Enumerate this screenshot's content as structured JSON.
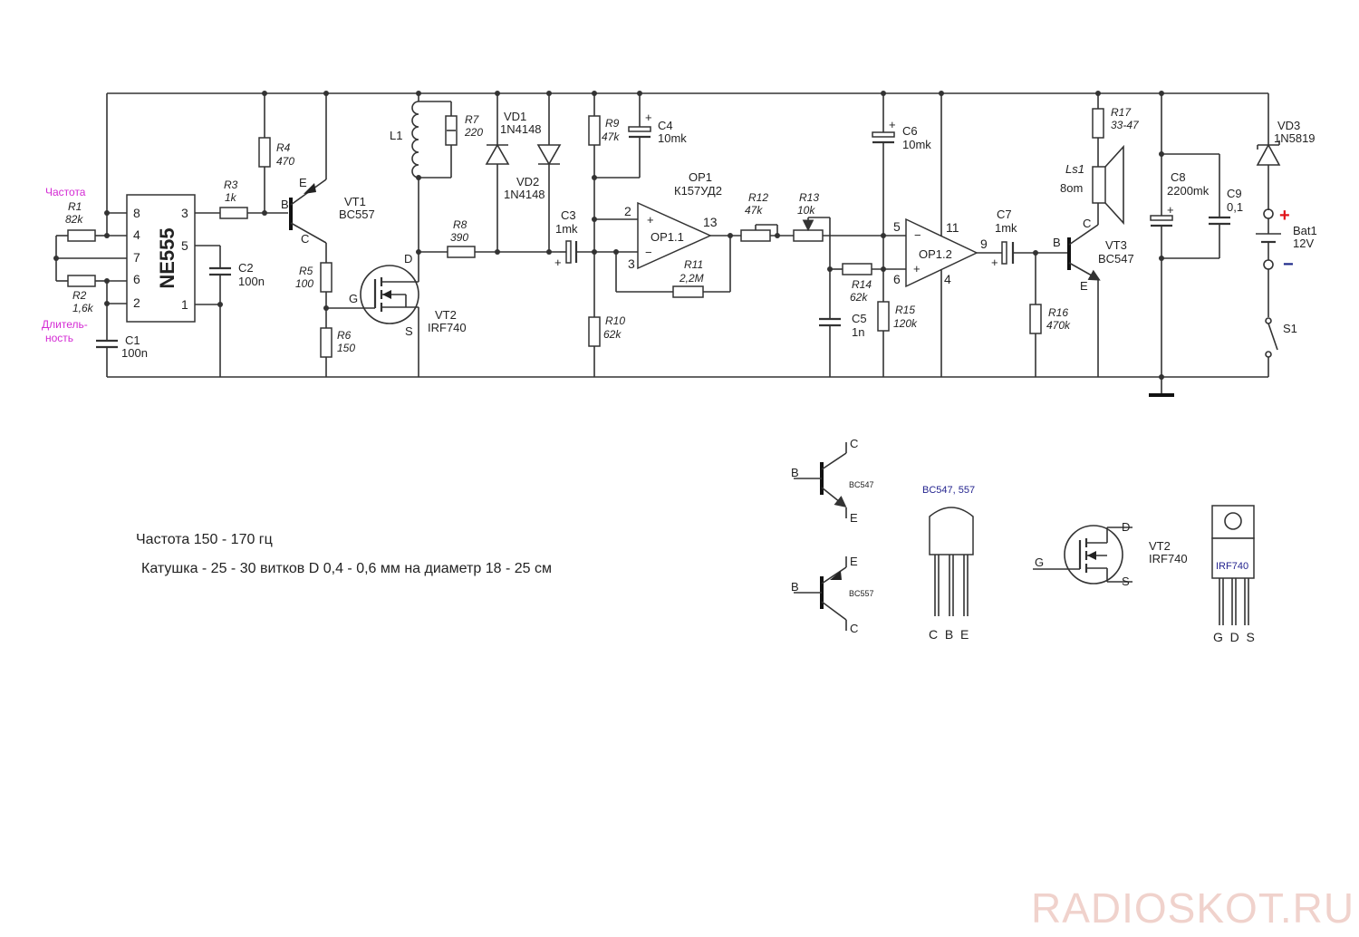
{
  "timer": {
    "name": "NE555",
    "pins": [
      "8",
      "4",
      "7",
      "6",
      "2",
      "3",
      "5",
      "1"
    ]
  },
  "labels": {
    "freq": "Частота",
    "duration_1": "Длитель-",
    "duration_2": "ность"
  },
  "components": {
    "R1": {
      "ref": "R1",
      "val": "82k"
    },
    "R2": {
      "ref": "R2",
      "val": "1,6k"
    },
    "R3": {
      "ref": "R3",
      "val": "1k"
    },
    "R4": {
      "ref": "R4",
      "val": "470"
    },
    "R5": {
      "ref": "R5",
      "val": "100"
    },
    "R6": {
      "ref": "R6",
      "val": "150"
    },
    "R7": {
      "ref": "R7",
      "val": "220"
    },
    "R8": {
      "ref": "R8",
      "val": "390"
    },
    "R9": {
      "ref": "R9",
      "val": "47k"
    },
    "R10": {
      "ref": "R10",
      "val": "62k"
    },
    "R11": {
      "ref": "R11",
      "val": "2,2M"
    },
    "R12": {
      "ref": "R12",
      "val": "47k"
    },
    "R13": {
      "ref": "R13",
      "val": "10k"
    },
    "R14": {
      "ref": "R14",
      "val": "62k"
    },
    "R15": {
      "ref": "R15",
      "val": "120k"
    },
    "R16": {
      "ref": "R16",
      "val": "470k"
    },
    "R17": {
      "ref": "R17",
      "val": "33-47"
    },
    "C1": {
      "ref": "C1",
      "val": "100n"
    },
    "C2": {
      "ref": "C2",
      "val": "100n"
    },
    "C3": {
      "ref": "C3",
      "val": "1mk"
    },
    "C4": {
      "ref": "C4",
      "val": "10mk"
    },
    "C5": {
      "ref": "C5",
      "val": "1n"
    },
    "C6": {
      "ref": "C6",
      "val": "10mk"
    },
    "C7": {
      "ref": "C7",
      "val": "1mk"
    },
    "C8": {
      "ref": "C8",
      "val": "2200mk"
    },
    "C9": {
      "ref": "C9",
      "val": "0,1"
    },
    "VD1": {
      "ref": "VD1",
      "val": "1N4148"
    },
    "VD2": {
      "ref": "VD2",
      "val": "1N4148"
    },
    "VD3": {
      "ref": "VD3",
      "val": "1N5819"
    },
    "VT1": {
      "ref": "VT1",
      "val": "BC557"
    },
    "VT2": {
      "ref": "VT2",
      "val": "IRF740"
    },
    "VT3": {
      "ref": "VT3",
      "val": "BC547"
    },
    "L1": {
      "ref": "L1"
    },
    "Ls1": {
      "ref": "Ls1",
      "val": "8om"
    },
    "OP1": {
      "ref": "OP1",
      "val": "К157УД2"
    },
    "OP11": {
      "ref": "OP1.1"
    },
    "OP12": {
      "ref": "OP1.2"
    },
    "Bat1": {
      "ref": "Bat1",
      "val": "12V"
    },
    "S1": {
      "ref": "S1"
    }
  },
  "pins": {
    "b": "B",
    "c": "C",
    "e": "E",
    "g": "G",
    "d": "D",
    "s": "S",
    "op_2": "2",
    "op_3": "3",
    "op_13": "13",
    "op_5": "5",
    "op_6": "6",
    "op_11": "11",
    "op_4": "4",
    "op_9": "9",
    "plus": "+",
    "minus": "−"
  },
  "notes": {
    "line1": "Частота 150 - 170 гц",
    "line2": "Катушка - 25 - 30 витков D 0,4 - 0,6 мм на диаметр 18 - 25 см"
  },
  "pinouts": {
    "bc547_small": "BC547",
    "bc557_small": "BC557",
    "to92_title": "BC547, 557",
    "to92_pins": "C  B  E",
    "to220_label": "IRF740",
    "to220_pins": "G  D  S",
    "vt2_ref": "VT2",
    "vt2_val": "IRF740"
  },
  "watermark": "RADIOSKOT.RU"
}
